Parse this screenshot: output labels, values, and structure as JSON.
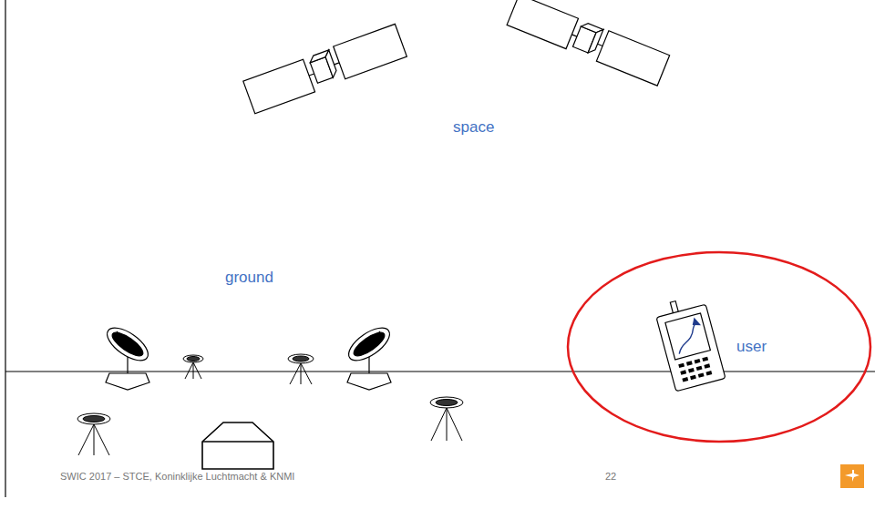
{
  "diagram": {
    "nodes": [
      {
        "text": [
          "user"
        ]
      }
    ],
    "labels": [
      "space",
      "ground",
      "SWIC 2017 – STCE, Koninklijke Luchtmacht & KNMI",
      "22"
    ]
  }
}
